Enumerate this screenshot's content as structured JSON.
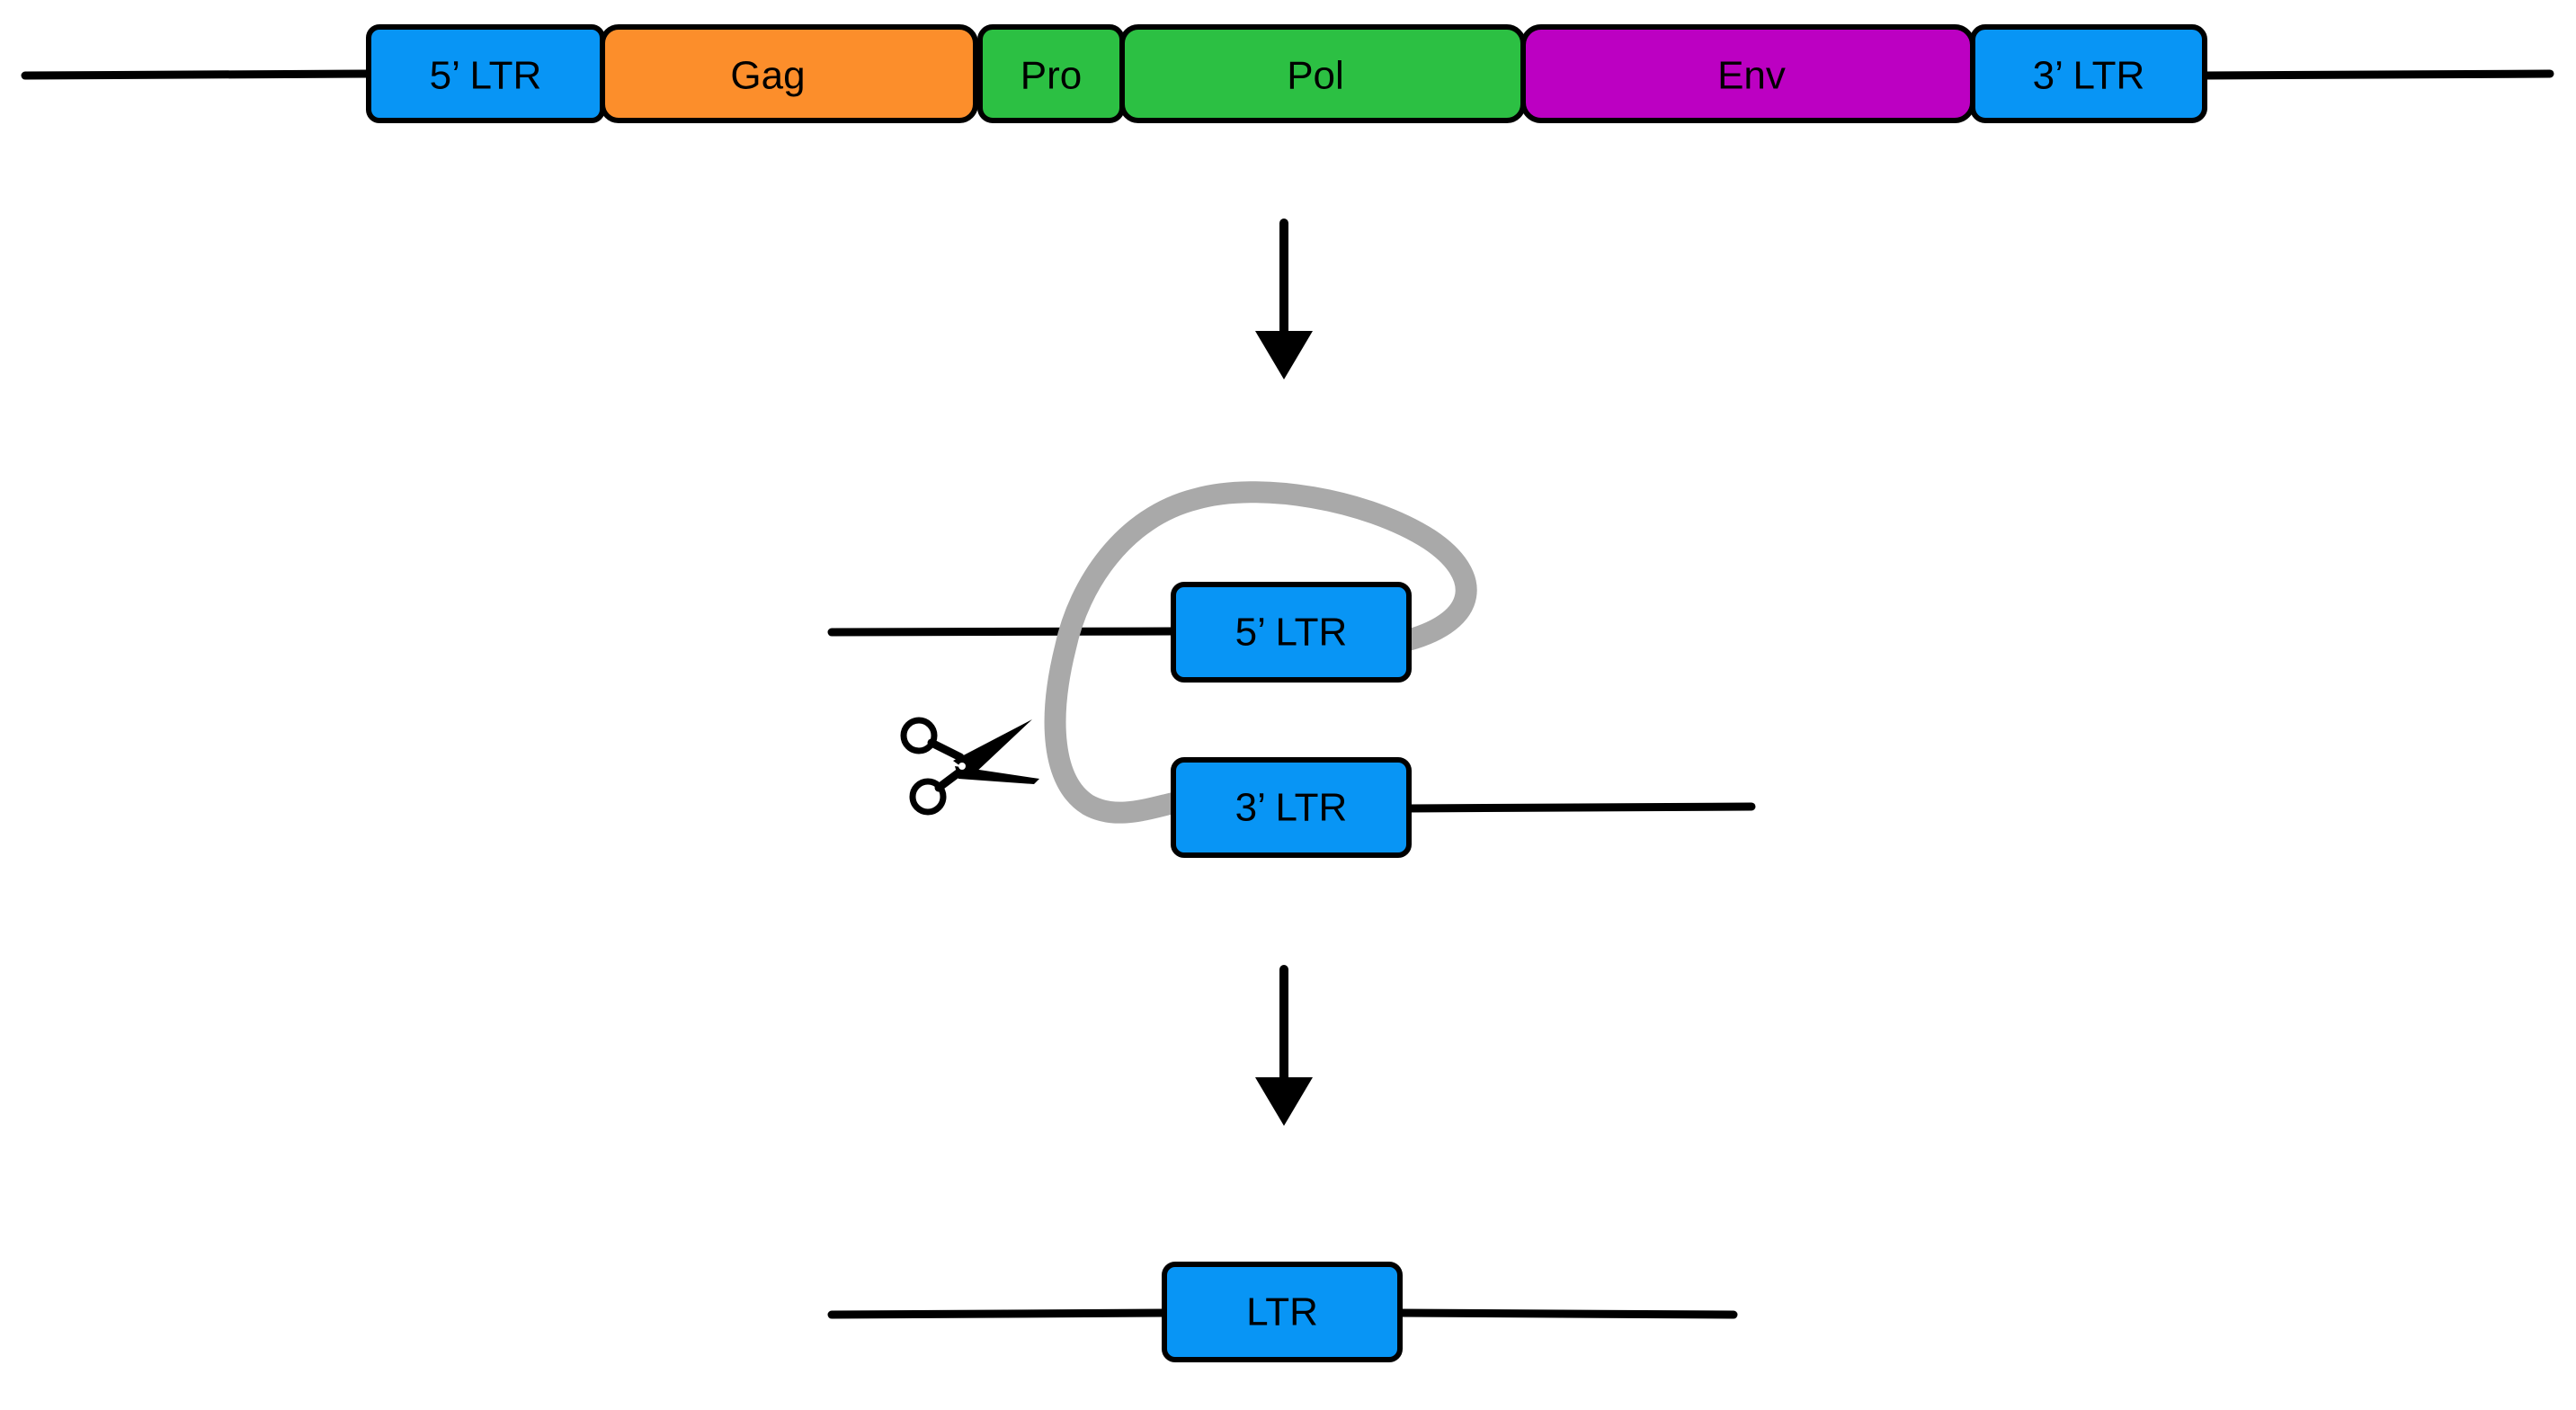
{
  "colors": {
    "ltr": "#0895f5",
    "gag": "#fc8e2b",
    "pro_pol": "#2cc043",
    "env": "#bc00c2",
    "excised_loop": "#a9a9a9",
    "stroke": "#000000"
  },
  "provirus": {
    "segments": [
      {
        "label": "5’ LTR",
        "color_key": "ltr"
      },
      {
        "label": "Gag",
        "color_key": "gag"
      },
      {
        "label": "Pro",
        "color_key": "pro_pol"
      },
      {
        "label": "Pol",
        "color_key": "pro_pol"
      },
      {
        "label": "Env",
        "color_key": "env"
      },
      {
        "label": "3’ LTR",
        "color_key": "ltr"
      }
    ]
  },
  "recombination": {
    "ltr5_label": "5’ LTR",
    "ltr3_label": "3’ LTR",
    "cut_icon": "scissors-icon"
  },
  "solo_ltr": {
    "label": "LTR"
  },
  "arrows": {
    "icon": "down-arrow-icon"
  }
}
